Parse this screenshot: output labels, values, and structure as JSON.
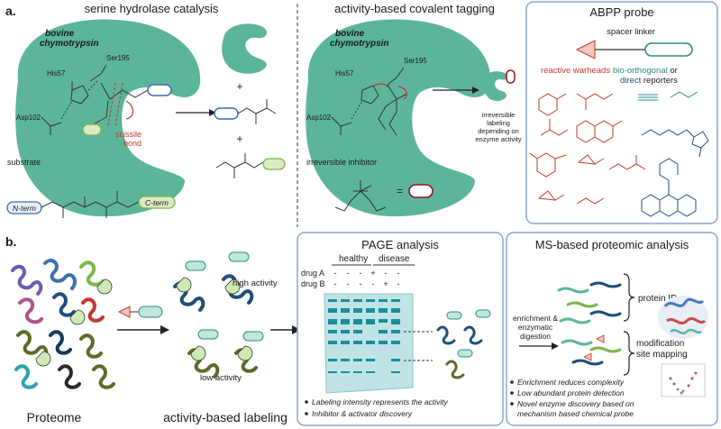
{
  "panel_a": {
    "label": "a.",
    "titles": {
      "catalysis": "serine hydrolase catalysis",
      "tagging": "activity-based covalent tagging",
      "probe": "ABPP probe"
    },
    "enzyme_name_line1": "bovine",
    "enzyme_name_line2": "chymotrypsin",
    "residues": {
      "his": "His57",
      "ser": "Ser195",
      "asp": "Asp102"
    },
    "scissile_line1": "scissile",
    "scissile_line2": "bond",
    "substrate_label": "substrate",
    "irreversible_inhibitor": "irreversible inhibitor",
    "labeling_line1": "irreversible",
    "labeling_line2": "labeling",
    "labeling_line3": "depending on",
    "labeling_line4": "enzyme activity",
    "plus": "+",
    "equals": "=",
    "n_term": "N-term",
    "c_term": "C-term",
    "probe_box": {
      "spacer_linker": "spacer linker",
      "reactive_warheads": "reactive warheads",
      "bio_orthogonal": "bio-orthogonal",
      "or": " or",
      "direct": "direct",
      "reporters": " reporters"
    }
  },
  "panel_b": {
    "label": "b.",
    "proteome": "Proteome",
    "activity_based_labeling": "activity-based labeling",
    "high_activity": "high activity",
    "low_activity": "low activity",
    "page": {
      "title": "PAGE analysis",
      "healthy": "healthy",
      "disease": "disease",
      "drug_a": "drug A",
      "drug_b": "drug B",
      "drug_a_marks": [
        "-",
        "-",
        "-",
        "+",
        "-",
        "-"
      ],
      "drug_b_marks": [
        "-",
        "-",
        "-",
        "-",
        "+",
        "-"
      ],
      "bullets": [
        "Labeling intensity represents the activity",
        "Inhibitor & activator discovery"
      ]
    },
    "ms": {
      "title": "MS-based proteomic analysis",
      "enrich_line1": "enrichment &",
      "enrich_line2": "enzymatic",
      "enrich_line3": "digestion",
      "protein_id": "protein ID",
      "mod_line1": "modification",
      "mod_line2": "site mapping",
      "bullets": [
        "Enrichment reduces complexity",
        "Low abundant protein detection",
        "Novel enzyme discovery based on",
        "mechanism based chemical probe"
      ]
    }
  },
  "colors": {
    "enzyme": "#5cb59b",
    "reactive": "#c0392b",
    "bio_orthogonal": "#2e8b7f",
    "direct": "#1f4e79",
    "panel_border": "#8aa6c8",
    "pill_blue": "#3a6fb0",
    "pill_green": "#7ab648",
    "gel": "#bfe3e6",
    "band": "#1a8f9a"
  }
}
